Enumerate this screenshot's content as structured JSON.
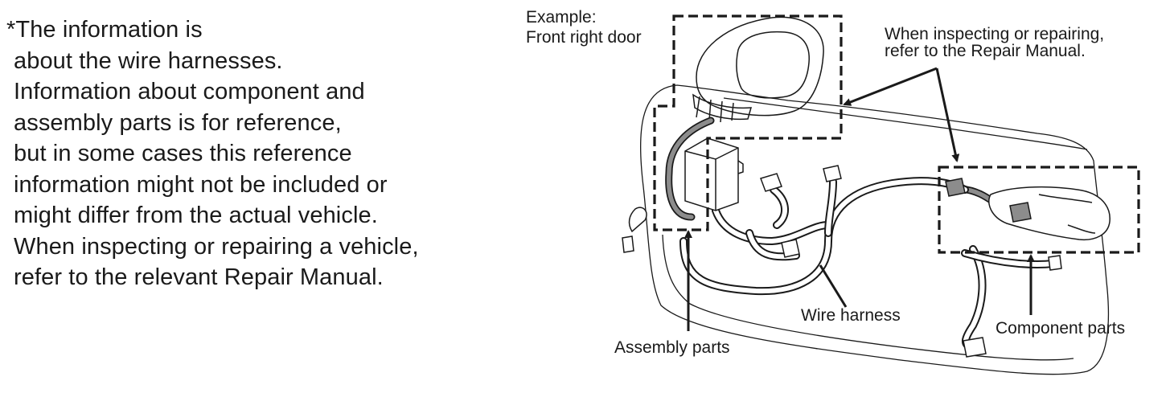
{
  "notice": {
    "lines": [
      "*The information is",
      "about the wire harnesses.",
      "Information about component and",
      "assembly parts is for reference,",
      "but in some cases this reference",
      "information might not be included or",
      "might differ from the actual vehicle.",
      "When inspecting or repairing a vehicle,",
      "refer to the relevant Repair Manual."
    ]
  },
  "diagram": {
    "example_label": "Example:",
    "example_value": "Front right door",
    "callout_line1": "When inspecting or repairing,",
    "callout_line2": "refer to the Repair Manual.",
    "wire_harness_label": "Wire harness",
    "assembly_parts_label": "Assembly parts",
    "component_parts_label": "Component parts"
  },
  "colors": {
    "ink": "#1a1a1a",
    "harness_gray": "#8c8c8c",
    "background": "#ffffff"
  }
}
